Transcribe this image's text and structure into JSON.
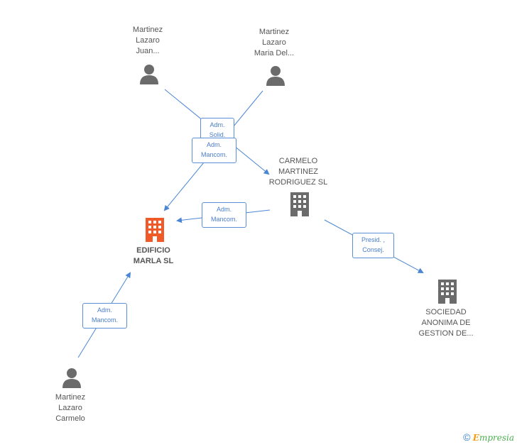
{
  "nodes": {
    "mlj": {
      "label": "Martinez\nLazaro\nJuan..."
    },
    "mlm": {
      "label": "Martinez\nLazaro\nMaria Del..."
    },
    "cmr": {
      "label": "CARMELO\nMARTINEZ\nRODRIGUEZ SL"
    },
    "edificio": {
      "label": "EDIFICIO\nMARLA SL"
    },
    "sociedad": {
      "label": "SOCIEDAD\nANONIMA DE\nGESTION DE..."
    },
    "mlc": {
      "label": "Martinez\nLazaro\nCarmelo"
    }
  },
  "relations": {
    "r1": {
      "label": "Adm.\nSolid."
    },
    "r2": {
      "label": "Adm.\nMancom."
    },
    "r3": {
      "label": "Adm.\nMancom."
    },
    "r4": {
      "label": "Presid. ,\nConsej."
    },
    "r5": {
      "label": "Adm.\nMancom."
    }
  },
  "colors": {
    "edge": "#4a86d4",
    "company": "#6b6b6b",
    "company_main": "#f05a28",
    "person": "#6b6b6b"
  },
  "footer": {
    "copyright": "©",
    "brand_first": "E",
    "brand_rest": "mpresia"
  }
}
